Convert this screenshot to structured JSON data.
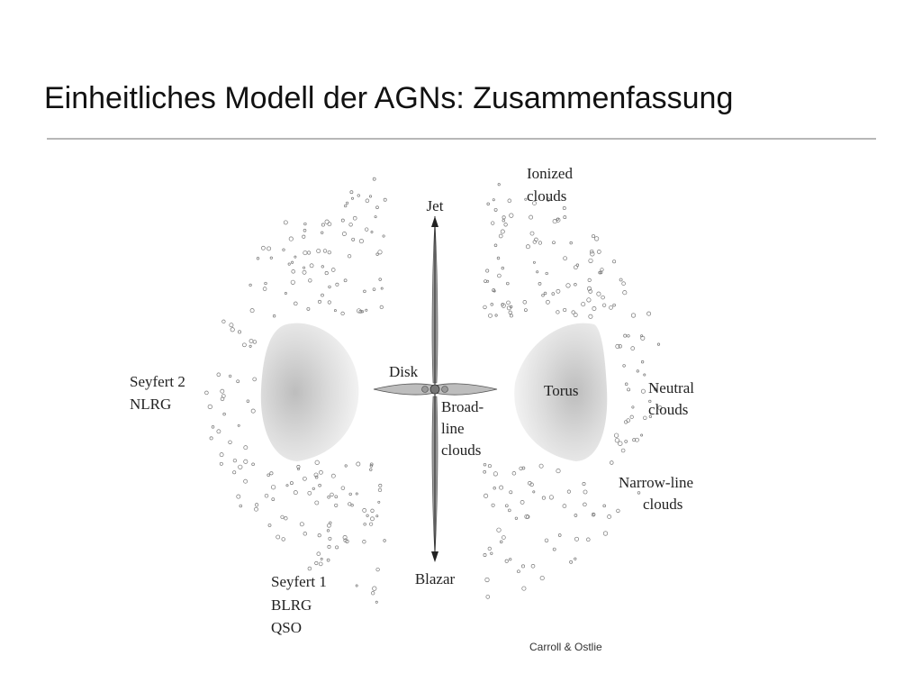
{
  "slide": {
    "title": "Einheitliches Modell der AGNs: Zusammenfassung",
    "credit": "Carroll & Ostlie"
  },
  "diagram": {
    "jet": "Jet",
    "blazar": "Blazar",
    "disk": "Disk",
    "torus": "Torus",
    "ionized_clouds": [
      "Ionized",
      "clouds"
    ],
    "broad_line_clouds": [
      "Broad-",
      "line",
      "clouds"
    ],
    "neutral_clouds": [
      "Neutral",
      "clouds"
    ],
    "narrow_line_clouds": [
      "Narrow-line",
      "clouds"
    ],
    "seyfert2": [
      "Seyfert 2",
      "NLRG"
    ],
    "seyfert1": [
      "Seyfert 1",
      "BLRG",
      "QSO"
    ]
  }
}
